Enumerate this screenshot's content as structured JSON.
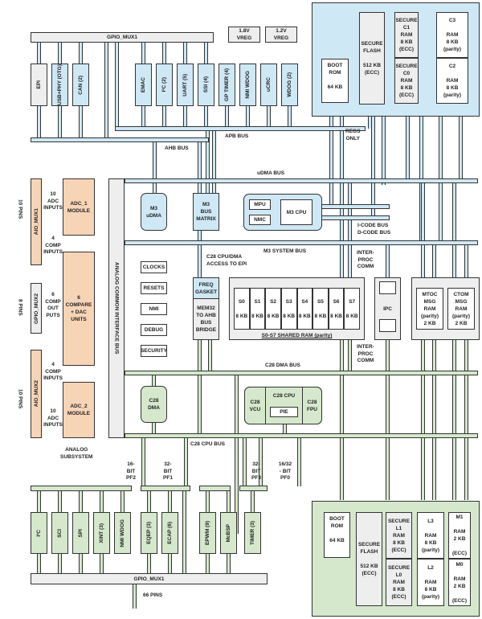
{
  "colors": {
    "m3_domain": "#cfe8f5",
    "c28_domain": "#d5e8cc",
    "analog": "#f8d4b6",
    "neutral": "#eeeeee"
  },
  "top": {
    "gpio_mux": "GPIO_MUX1",
    "vreg18": "1.8V\nVREG",
    "vreg12": "1.2V\nVREG",
    "peripherals": [
      "EPI",
      "USB+PHY (OTG)",
      "CAN (2)",
      "EMAC",
      "I²C (2)",
      "UART (5)",
      "SSI (4)",
      "GP TIMER (4)",
      "NMI WDOG",
      "uCRC",
      "WDOG (2)"
    ],
    "apb_bus": "APB BUS",
    "ahb_bus": "AHB BUS",
    "regs_only": "REGS\nONLY"
  },
  "m3_memory": {
    "boot_rom": "BOOT\nROM\n\n64 KB",
    "secure_flash": "SECURE\nFLASH\n\n512 KB\n(ECC)",
    "c1": "SECURE\nC1\nRAM\n8 KB\n(ECC)",
    "c0": "SECURE\nC0\nRAM\n8 KB\n(ECC)",
    "c3": "C3\n\nRAM\n8 KB\n(parity)",
    "c2": "C2\n\nRAM\n8 KB\n(parity)"
  },
  "m3": {
    "udma_bus": "uDMA BUS",
    "udma": "M3\nuDMA",
    "bus_matrix": "M3\nBUS\nMATRIX",
    "mpu": "MPU",
    "nmc": "NMC",
    "cpu": "M3  CPU",
    "icode": "I-CODE BUS",
    "dcode": "D-CODE BUS",
    "system_bus": "M3 SYSTEM BUS",
    "epi_access": "C28 CPU/DMA\nACCESS TO EPI"
  },
  "analog": {
    "aio_mux1": "AIO_MUX1",
    "aio_mux2": "AIO_MUX2",
    "gpio_mux2": "GPIO_MUX2",
    "pins10a": "10 PINS",
    "pins8": "8 PINS",
    "pins10b": "10 PINS",
    "adc1": "ADC_1\nMODULE",
    "adc2": "ADC_2\nMODULE",
    "compare": "6\nCOMPARE\n+ DAC\nUNITS",
    "adc_in1": "10\nADC\nINPUTS",
    "comp_in1": "4\nCOMP\nINPUTS",
    "comp_out": "6\nCOMP\nOUT\nPUTS",
    "comp_in2": "4\nCOMP\nINPUTS",
    "adc_in2": "10\nADC\nINPUTS",
    "label": "ANALOG\nSUBSYSTEM",
    "common_bus": "ANALOG  COMMON  INTERFACE  BUS"
  },
  "system": {
    "items": [
      "CLOCKS",
      "RESETS",
      "NMI",
      "DEBUG",
      "SECURITY"
    ]
  },
  "bridge": {
    "gasket": "FREQ\nGASKET",
    "mem32": "MEM32\nTO AHB\nBUS\nBRIDGE"
  },
  "shared_ram": {
    "label": "S0-S7 SHARED RAM (parity)",
    "cells": [
      "S0",
      "S1",
      "S2",
      "S3",
      "S4",
      "S5",
      "S6",
      "S7"
    ],
    "size": "8 KB"
  },
  "ipc": {
    "label": "IPC",
    "interproc": "INTER-\nPROC\nCOMM"
  },
  "msg": {
    "mtoc": "MTOC\nMSG\nRAM\n(parity)\n2 KB",
    "ctom": "CTOM\nMSG\nRAM\n(parity)\n2 KB"
  },
  "c28": {
    "dma_bus": "C28 DMA BUS",
    "dma": "C28\nDMA",
    "vcu": "C28\nVCU",
    "cpu": "C28  CPU",
    "pie": "PIE",
    "fpu": "C28\nFPU",
    "cpu_bus": "C28  CPU BUS",
    "pf2": "16-\nBIT\nPF2",
    "pf1": "32-\nBIT\nPF1",
    "pf3": "32-\nBIT\nPF3",
    "pf0": "16/32\n- BIT\nPF0"
  },
  "bottom": {
    "peripherals": [
      "I²C",
      "SCI",
      "SPI",
      "XINT (3)",
      "NMI WDOG",
      "EQEP (3)",
      "ECAP (6)",
      "EPWM (9)",
      "McBSP",
      "TIMER (3)"
    ],
    "gpio_mux": "GPIO_MUX1",
    "pins": "66 PINS"
  },
  "c28_memory": {
    "boot_rom": "BOOT\nROM\n\n64 KB",
    "secure_flash": "SECURE\nFLASH\n\n512 KB\n(ECC)",
    "l1": "SECURE\nL1\nRAM\n8 KB\n(ECC)",
    "l0": "SECURE\nL0\nRAM\n8 KB\n(ECC)",
    "l3": "L3\n\nRAM\n8 KB\n(parity)",
    "l2": "L2\n\nRAM\n8 KB\n(parity)",
    "m1": "M1\n\nRAM\n2 KB\n\n(ECC)",
    "m0": "M0\n\nRAM\n2 KB\n\n(ECC)"
  }
}
